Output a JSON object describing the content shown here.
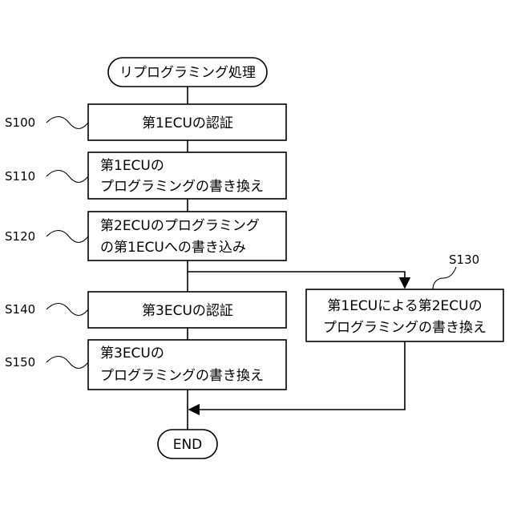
{
  "start": {
    "label": "リプログラミング処理"
  },
  "end": {
    "label": "END"
  },
  "steps": [
    {
      "id": "S100",
      "lines": [
        "第1ECUの認証"
      ]
    },
    {
      "id": "S110",
      "lines": [
        "第1ECUの",
        "プログラミングの書き換え"
      ]
    },
    {
      "id": "S120",
      "lines": [
        "第2ECUのプログラミング",
        "の第1ECUへの書き込み"
      ]
    },
    {
      "id": "S130",
      "lines": [
        "第1ECUによる第2ECUの",
        "プログラミングの書き換え"
      ]
    },
    {
      "id": "S140",
      "lines": [
        "第3ECUの認証"
      ]
    },
    {
      "id": "S150",
      "lines": [
        "第3ECUの",
        "プログラミングの書き換え"
      ]
    }
  ]
}
